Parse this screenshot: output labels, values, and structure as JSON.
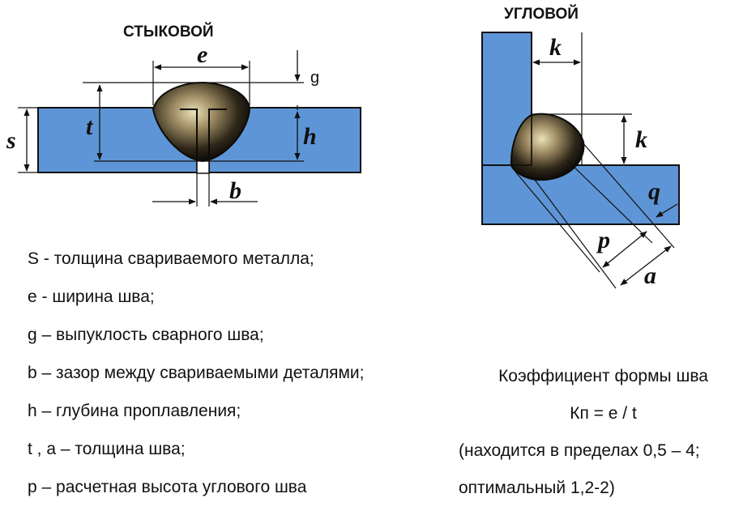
{
  "butt_joint": {
    "title": "СТЫКОВОЙ",
    "labels": {
      "e": "e",
      "g": "g",
      "t": "t",
      "h": "h",
      "s": "s",
      "b": "b"
    }
  },
  "fillet_joint": {
    "title": "УГЛОВОЙ",
    "labels": {
      "k_top": "k",
      "k_side": "k",
      "q": "q",
      "p": "p",
      "a": "a"
    }
  },
  "legend": [
    "S  - толщина свариваемого металла;",
    "е  - ширина шва;",
    "g – выпуклость сварного шва;",
    "b – зазор между свариваемыми деталями;",
    "h – глубина проплавления;",
    "t , a – толщина шва;",
    "p – расчетная высота углового шва"
  ],
  "coefficient": {
    "heading": "Коэффициент формы шва",
    "formula": "Кп = е / t",
    "range": "(находится в пределах 0,5 – 4;",
    "optimal": "оптимальный 1,2-2)"
  },
  "colors": {
    "metal": "#5e95d6",
    "weld_dark": "#1a1510",
    "weld_light": "#e9dcae",
    "line": "#111111"
  }
}
